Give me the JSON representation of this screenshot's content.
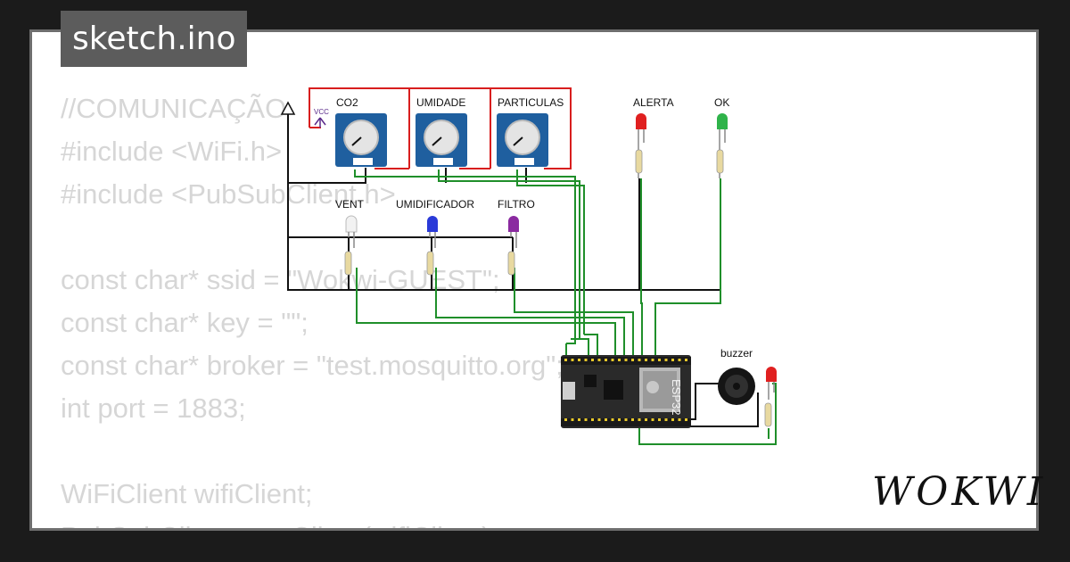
{
  "tab_title": "sketch.ino",
  "code_lines": [
    "//COMUNICAÇÃO",
    "#include <WiFi.h>",
    "#include <PubSubClient.h>",
    "",
    "const char* ssid = \"Wokwi-GUEST\";",
    "const char* key = \"\";",
    "const char* broker = \"test.mosquitto.org\";",
    "int port = 1883;",
    "",
    "WiFiClient wifiClient;",
    "PubSubClient mqttClient(wifiClient);"
  ],
  "circuit": {
    "vcc_label": "VCC",
    "pots": [
      {
        "label": "CO2"
      },
      {
        "label": "UMIDADE"
      },
      {
        "label": "PARTICULAS"
      }
    ],
    "leds_top": [
      {
        "label": "ALERTA",
        "color": "#e02020"
      },
      {
        "label": "OK",
        "color": "#2fb34a"
      }
    ],
    "leds_mid": [
      {
        "label": "VENT",
        "color": "#f2f2f2"
      },
      {
        "label": "UMIDIFICADOR",
        "color": "#2a3ad8"
      },
      {
        "label": "FILTRO",
        "color": "#8a2aa0"
      }
    ],
    "board_label": "ESP32",
    "buzzer_label": "buzzer",
    "buzzer_led_color": "#e02020"
  },
  "logo": "WOKWI"
}
